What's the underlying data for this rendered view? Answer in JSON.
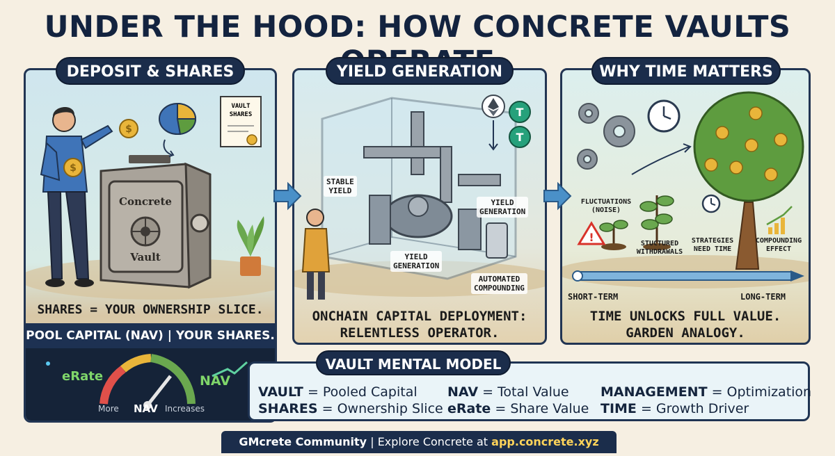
{
  "title": "UNDER THE HOOD: HOW CONCRETE VAULTS OPERATE",
  "panels": [
    {
      "heading": "DEPOSIT & SHARES",
      "illustration": {
        "doc_label_1": "VAULT",
        "doc_label_2": "SHARES",
        "vault_label_1": "Concrete",
        "vault_label_2": "Vault"
      },
      "caption": "SHARES = YOUR OWNERSHIP SLICE.",
      "band": "POOL CAPITAL (NAV) | YOUR SHARES.",
      "gauge": {
        "left_label": "eRate",
        "right_label": "NAV",
        "bottom_left": "More",
        "bottom_center": "NAV",
        "bottom_right": "Increases"
      }
    },
    {
      "heading": "YIELD GENERATION",
      "labels": {
        "stable_1": "STABLE",
        "stable_2": "YIELD",
        "yield_right_1": "YIELD",
        "yield_right_2": "GENERATION",
        "yield_center_1": "YIELD",
        "yield_center_2": "GENERATION",
        "auto_1": "AUTOMATED",
        "auto_2": "COMPOUNDING"
      },
      "caption_1": "ONCHAIN CAPITAL DEPLOYMENT:",
      "caption_2": "RELENTLESS OPERATOR."
    },
    {
      "heading": "WHY TIME MATTERS",
      "labels": {
        "fluct_1": "FLUCTUATIONS",
        "fluct_2": "(NOISE)",
        "struct_1": "STUCTURED",
        "struct_2": "WITHDRAWALS",
        "strat_1": "STRATEGIES",
        "strat_2": "NEED TIME",
        "comp_1": "COMPOUNDING",
        "comp_2": "EFFECT",
        "short": "SHORT-TERM",
        "long": "LONG-TERM"
      },
      "caption_1": "TIME UNLOCKS FULL VALUE.",
      "caption_2": "GARDEN ANALOGY."
    }
  ],
  "mental_model": {
    "heading": "VAULT MENTAL MODEL",
    "items": [
      {
        "term": "VAULT",
        "desc": "= Pooled Capital"
      },
      {
        "term": "SHARES",
        "desc": "= Ownership Slice"
      },
      {
        "term": "NAV",
        "desc": "= Total Value"
      },
      {
        "term": "eRate",
        "desc": "= Share Value"
      },
      {
        "term": "MANAGEMENT",
        "desc": "= Optimization"
      },
      {
        "term": "TIME",
        "desc": "= Growth Driver"
      }
    ]
  },
  "footer": {
    "community": "GMcrete Community",
    "separator": "|",
    "explore": "Explore Concrete at",
    "url": "app.concrete.xyz"
  },
  "colors": {
    "navy": "#1b2d4b",
    "gold": "#e9b53a",
    "green": "#5e9c3f",
    "arrow_blue": "#4a90c8"
  }
}
